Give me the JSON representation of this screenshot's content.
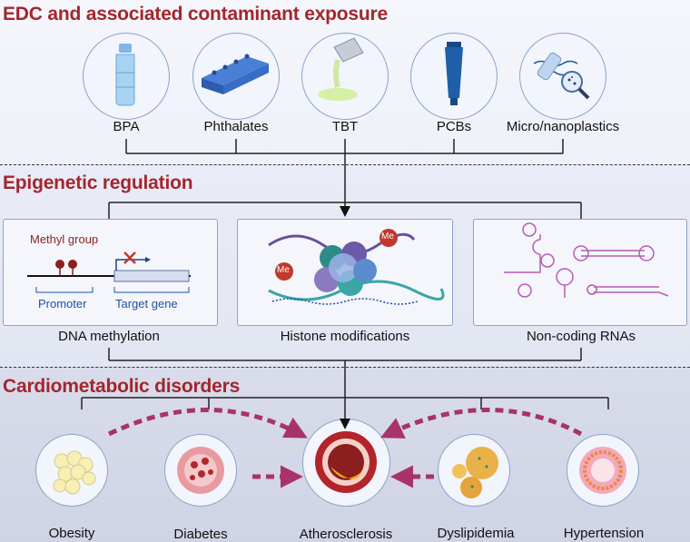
{
  "sections": {
    "exposure": {
      "title": "EDC and associated contaminant exposure",
      "items": [
        {
          "label": "BPA",
          "icon": "bottle-icon"
        },
        {
          "label": "Phthalates",
          "icon": "molecule-blocks-icon"
        },
        {
          "label": "TBT",
          "icon": "pouring-can-icon"
        },
        {
          "label": "PCBs",
          "icon": "tube-icon"
        },
        {
          "label": "Micro/nanoplastics",
          "icon": "microplastics-icon"
        }
      ]
    },
    "epigenetic": {
      "title": "Epigenetic regulation",
      "items": [
        {
          "label": "DNA methylation",
          "icon": "dna-methylation-icon"
        },
        {
          "label": "Histone modifications",
          "icon": "nucleosome-icon"
        },
        {
          "label": "Non-coding RNAs",
          "icon": "rna-hairpin-icon"
        }
      ],
      "methylation_detail": {
        "methyl_group": "Methyl group",
        "promoter": "Promoter",
        "target_gene": "Target gene"
      },
      "histone_marker": "Me"
    },
    "disorders": {
      "title": "Cardiometabolic disorders",
      "items": [
        {
          "label": "Obesity",
          "icon": "fat-cells-icon"
        },
        {
          "label": "Diabetes",
          "icon": "blood-vessel-icon"
        },
        {
          "label": "Atherosclerosis",
          "icon": "plaque-artery-icon"
        },
        {
          "label": "Dyslipidemia",
          "icon": "lipid-droplets-icon"
        },
        {
          "label": "Hypertension",
          "icon": "artery-wall-icon"
        }
      ]
    }
  },
  "colors": {
    "title": "#a3262e",
    "border": "#8aa3cc",
    "arrow": "#a8336a",
    "methyl": "#8b1e1e",
    "dna_text": "#1f4fa5"
  }
}
